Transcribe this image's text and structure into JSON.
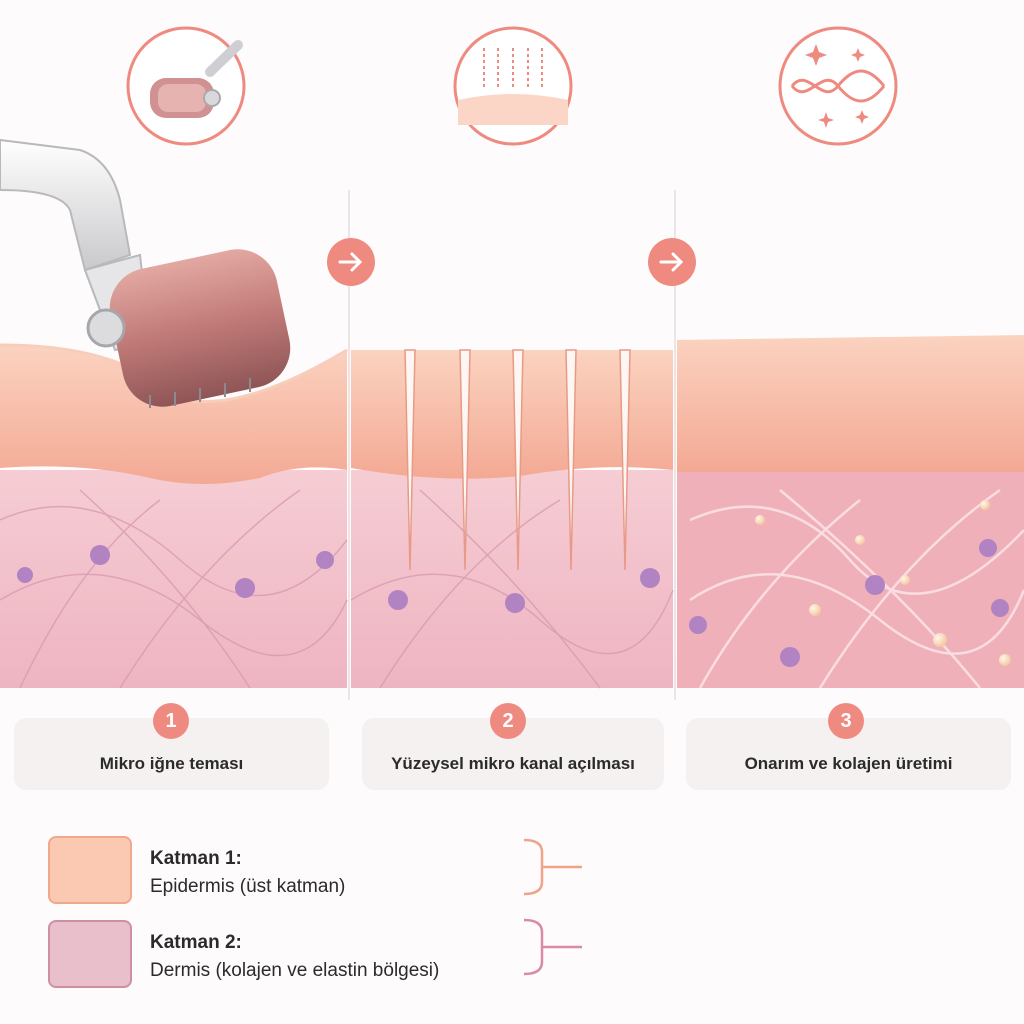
{
  "steps": [
    {
      "number": "1",
      "label": "Mikro iğne teması"
    },
    {
      "number": "2",
      "label": "Yüzeysel mikro kanal açılması"
    },
    {
      "number": "3",
      "label": "Onarım ve kolajen üretimi"
    }
  ],
  "legend": [
    {
      "title": "Katman 1:",
      "desc": "Epidermis (üst katman)",
      "color": "#fbc9b1"
    },
    {
      "title": "Katman 2:",
      "desc": "Dermis (kolajen ve elastin bölgesi)",
      "color": "#e9bfcb"
    }
  ],
  "colors": {
    "accent": "#ef8a80",
    "epidermis": "#f7b9a2",
    "dermis": "#f2c0c8",
    "fiber": "#d89bb0",
    "cell": "#b183c2",
    "roller_head": "#c98a8a"
  },
  "icons": [
    "derma-roller-icon",
    "micro-channel-icon",
    "collagen-helix-icon",
    "arrow-right-icon"
  ]
}
